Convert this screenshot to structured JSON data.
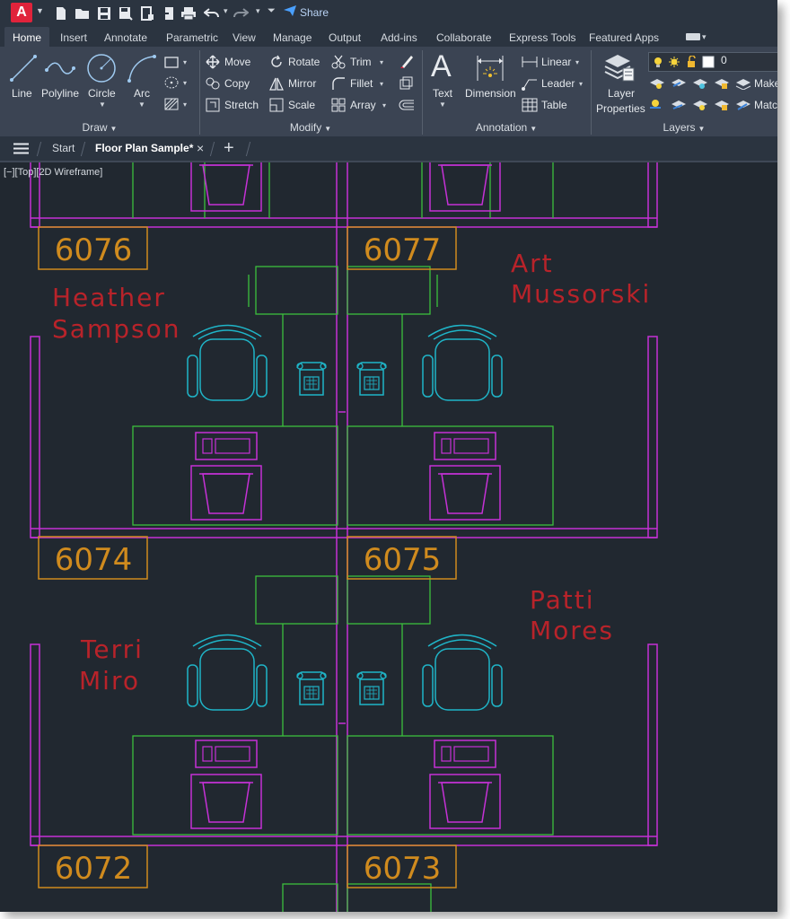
{
  "colors": {
    "accent_red": "#e0233b",
    "ribbon_bg": "#3b4453",
    "canvas_bg": "#212830",
    "walls_magenta": "#c531d6",
    "furniture_green": "#3cbf3c",
    "chair_cyan": "#1fb5c8",
    "room_number_orange": "#d08b1e",
    "name_red": "#b8232a"
  },
  "quick_access": {
    "logo_letter": "A",
    "share_label": "Share",
    "icons": [
      "new-icon",
      "open-icon",
      "save-icon",
      "save-as-icon",
      "plot-preview-icon",
      "publish-icon",
      "import-icon",
      "print-icon",
      "undo-icon",
      "redo-icon",
      "customize-icon",
      "share-icon"
    ]
  },
  "ribbon_tabs": [
    "Home",
    "Insert",
    "Annotate",
    "Parametric",
    "View",
    "Manage",
    "Output",
    "Add-ins",
    "Collaborate",
    "Express Tools",
    "Featured Apps"
  ],
  "active_tab": "Home",
  "draw": {
    "title": "Draw",
    "line": "Line",
    "polyline": "Polyline",
    "circle": "Circle",
    "arc": "Arc"
  },
  "modify": {
    "title": "Modify",
    "move": "Move",
    "rotate": "Rotate",
    "trim": "Trim",
    "copy": "Copy",
    "mirror": "Mirror",
    "fillet": "Fillet",
    "stretch": "Stretch",
    "scale": "Scale",
    "array": "Array"
  },
  "annotation": {
    "title": "Annotation",
    "text": "Text",
    "dimension": "Dimension",
    "linear": "Linear",
    "leader": "Leader",
    "table": "Table"
  },
  "layers": {
    "title": "Layers",
    "layer_properties_line1": "Layer",
    "layer_properties_line2": "Properties",
    "current_layer": "0",
    "make_current": "Make C",
    "match": "Match"
  },
  "file_tabs": {
    "start": "Start",
    "active": "Floor Plan Sample*",
    "close": "×",
    "add": "+"
  },
  "viewport_label": "[−][Top][2D Wireframe]",
  "rooms": {
    "r6076": "6076",
    "r6077": "6077",
    "r6074": "6074",
    "r6075": "6075",
    "r6072": "6072",
    "r6073": "6073"
  },
  "names": {
    "heather_1": "Heather",
    "heather_2": "Sampson",
    "art_1": "Art",
    "art_2": "Mussorski",
    "terri_1": "Terri",
    "terri_2": "Miro",
    "patti_1": "Patti",
    "patti_2": "Mores"
  }
}
